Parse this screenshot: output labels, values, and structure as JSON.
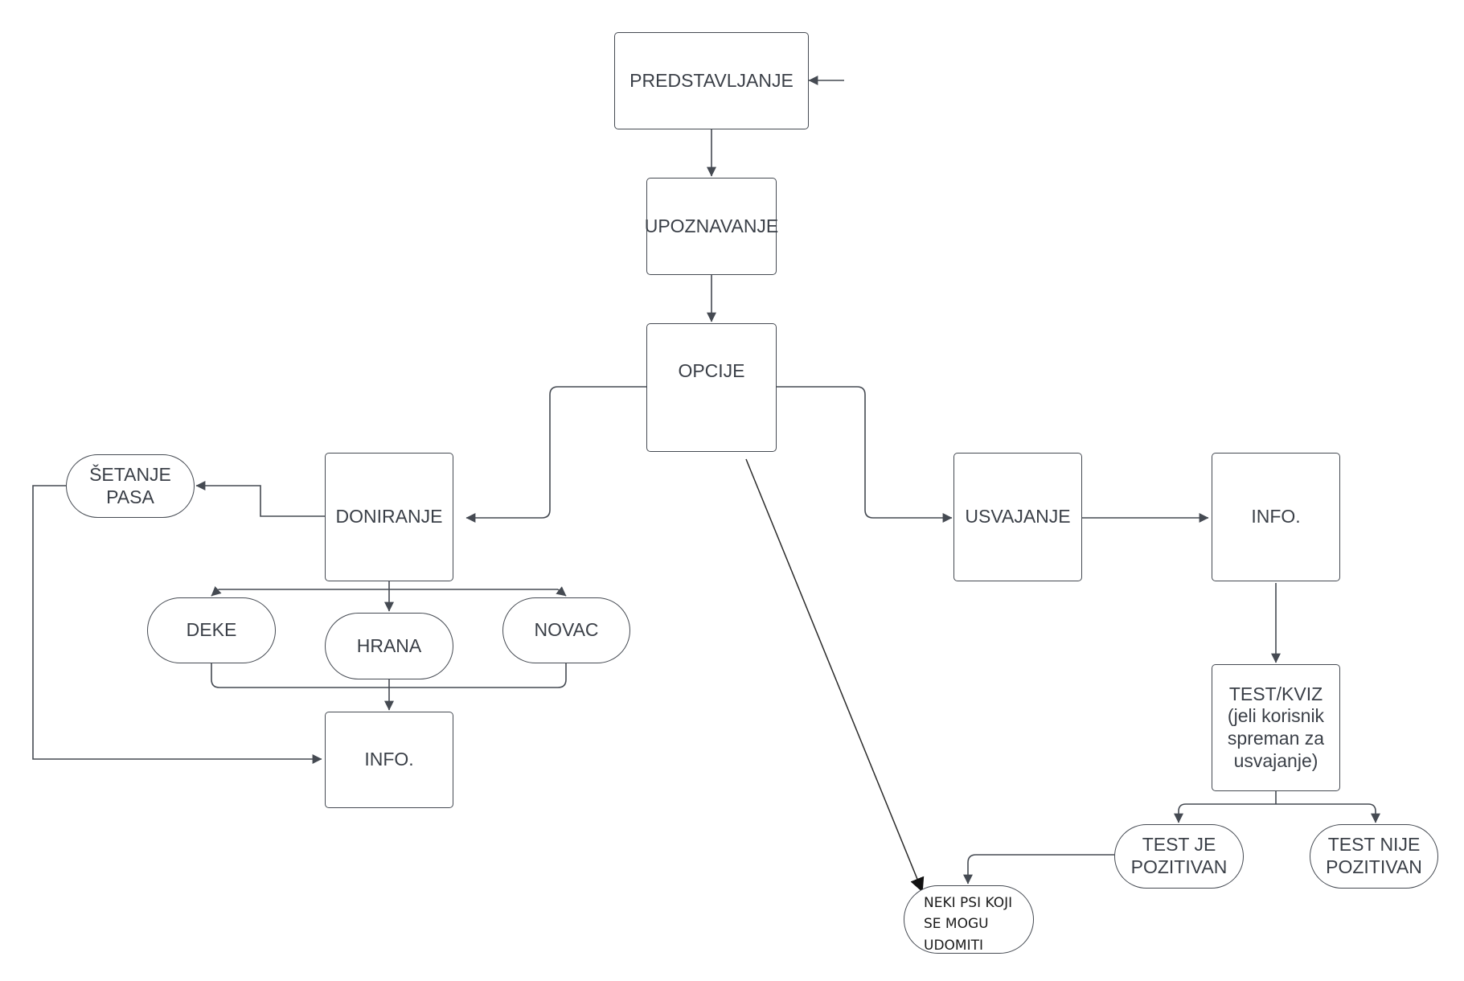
{
  "diagram": {
    "nodes": {
      "predstavljanje": "PREDSTAVLJANJE",
      "upoznavanje": "UPOZNAVANJE",
      "opcije": "OPCIJE",
      "doniranje": "DONIRANJE",
      "setanje_pasa": "ŠETANJE\nPASA",
      "deke": "DEKE",
      "hrana": "HRANA",
      "novac": "NOVAC",
      "info_doniranje": "INFO.",
      "usvajanje": "USVAJANJE",
      "info_usvajanje": "INFO.",
      "test_kviz": "TEST/KVIZ\n(jeli korisnik\nspreman za\nusvajanje)",
      "test_je_pozitivan": "TEST JE\nPOZITIVAN",
      "test_nije_pozitivan": "TEST NIJE\nPOZITIVAN",
      "neki_psi": [
        "NEKI PSI KOJI",
        "SE MOGU",
        "UDOMITI"
      ]
    },
    "colors": {
      "stroke": "#454a52",
      "text": "#3a3f47",
      "background": "#ffffff"
    }
  }
}
